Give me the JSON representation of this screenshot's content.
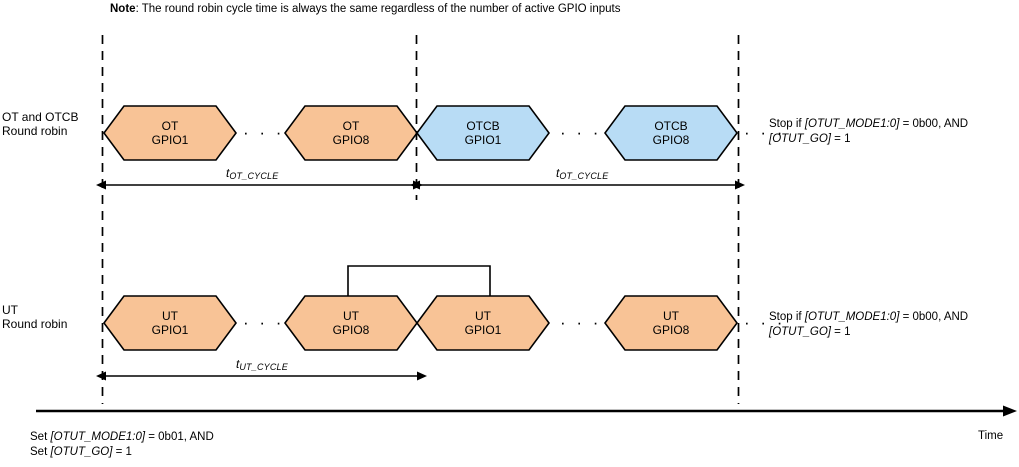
{
  "note": {
    "prefix": "Note",
    "text": ": The round robin cycle time is always the same regardless of the number of active GPIO inputs"
  },
  "rows": [
    {
      "label_line1": "OT and OTCB",
      "label_line2": "Round robin",
      "stop_line1_pre": "Stop if ",
      "stop_line1_reg": "[OTUT_MODE1:0]",
      "stop_line1_post": " = 0b00, AND",
      "stop_line2_reg": "[OTUT_GO]",
      "stop_line2_post": " = 1",
      "cells": [
        {
          "line1": "OT",
          "line2": "GPIO1",
          "fill": "#f8c396"
        },
        {
          "line1": "OT",
          "line2": "GPIO8",
          "fill": "#f8c396"
        },
        {
          "line1": "OTCB",
          "line2": "GPIO1",
          "fill": "#b8dcf5"
        },
        {
          "line1": "OTCB",
          "line2": "GPIO8",
          "fill": "#b8dcf5"
        }
      ],
      "cycle_captions": [
        {
          "symbol": "t",
          "subscript": "OT_CYCLE"
        },
        {
          "symbol": "t",
          "subscript": "OT_CYCLE"
        }
      ]
    },
    {
      "label_line1": "UT",
      "label_line2": "Round robin",
      "stop_line1_pre": "Stop if ",
      "stop_line1_reg": "[OTUT_MODE1:0]",
      "stop_line1_post": " = 0b00, AND",
      "stop_line2_reg": "[OTUT_GO]",
      "stop_line2_post": " = 1",
      "cells": [
        {
          "line1": "UT",
          "line2": "GPIO1",
          "fill": "#f8c396"
        },
        {
          "line1": "UT",
          "line2": "GPIO8",
          "fill": "#f8c396"
        },
        {
          "line1": "UT",
          "line2": "GPIO1",
          "fill": "#f8c396"
        },
        {
          "line1": "UT",
          "line2": "GPIO8",
          "fill": "#f8c396"
        }
      ],
      "cycle_captions": [
        {
          "symbol": "t",
          "subscript": "UT_CYCLE"
        }
      ]
    }
  ],
  "ellipsis": "· · ·",
  "footer": {
    "set_line1_pre": "Set ",
    "set_line1_reg": "[OTUT_MODE1:0]",
    "set_line1_post": " = 0b01, AND",
    "set_line2_pre": "Set ",
    "set_line2_reg": "[OTUT_GO]",
    "set_line2_post": " = 1",
    "time_axis_label": "Time"
  },
  "colors": {
    "orange_fill": "#f8c396",
    "blue_fill": "#b8dcf5",
    "outline": "#000000",
    "background": "#ffffff"
  }
}
